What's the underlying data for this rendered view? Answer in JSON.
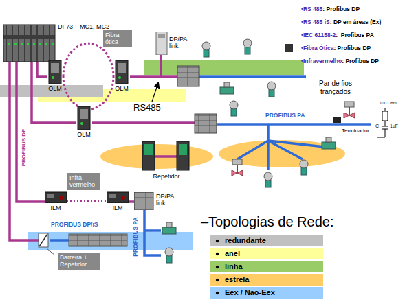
{
  "diagram": {
    "nodes": [
      {
        "text": [
          "DF73 – MC1, MC2"
        ]
      },
      {
        "text": [
          "Fibra ótica"
        ]
      },
      {
        "text": [
          "OLM"
        ]
      },
      {
        "text": [
          "OLM"
        ]
      },
      {
        "text": [
          "DP/PA link"
        ]
      },
      {
        "text": [
          "OLM"
        ]
      },
      {
        "text": [
          "Terminador"
        ]
      },
      {
        "text": [
          "Repetidor"
        ]
      },
      {
        "text": [
          "Infra-vermelho"
        ]
      },
      {
        "text": [
          "ILM"
        ]
      },
      {
        "text": [
          "ILM"
        ]
      },
      {
        "text": [
          "DP/PA link"
        ]
      },
      {
        "text": [
          "Barreira + Repetidor"
        ]
      }
    ],
    "edges": [
      {
        "from": 2,
        "to": 3,
        "arrow": "none"
      },
      {
        "from": 9,
        "to": 10,
        "arrow": "none"
      }
    ],
    "labels": [
      "•RS 485",
      ": Profibus DP",
      "•RS 485 iS",
      ": DP em áreas (Ex)",
      "•IEC 61158-2",
      ":  Profibus PA",
      "•Fibra Ótica",
      ": Profibus DP",
      "•Infravermelho",
      ": Profibus DP",
      "RS485",
      "PROFIBUS DP",
      "Par de fios trançados",
      "PROFIBUS PA",
      "100 Ohm",
      "C",
      "1uF",
      "PROFIBUS PA",
      "PROFIBUS DP/iS",
      "–Topologias de Rede:"
    ],
    "legend": [
      {
        "text": "redundante",
        "color": "#c0c0c0"
      },
      {
        "text": "anel",
        "color": "#ffff99"
      },
      {
        "text": "linha",
        "color": "#99cc66"
      },
      {
        "text": "estrela",
        "color": "#ffcc66"
      },
      {
        "text": "Eex / Não-Eex",
        "color": "#99ccff"
      }
    ]
  }
}
